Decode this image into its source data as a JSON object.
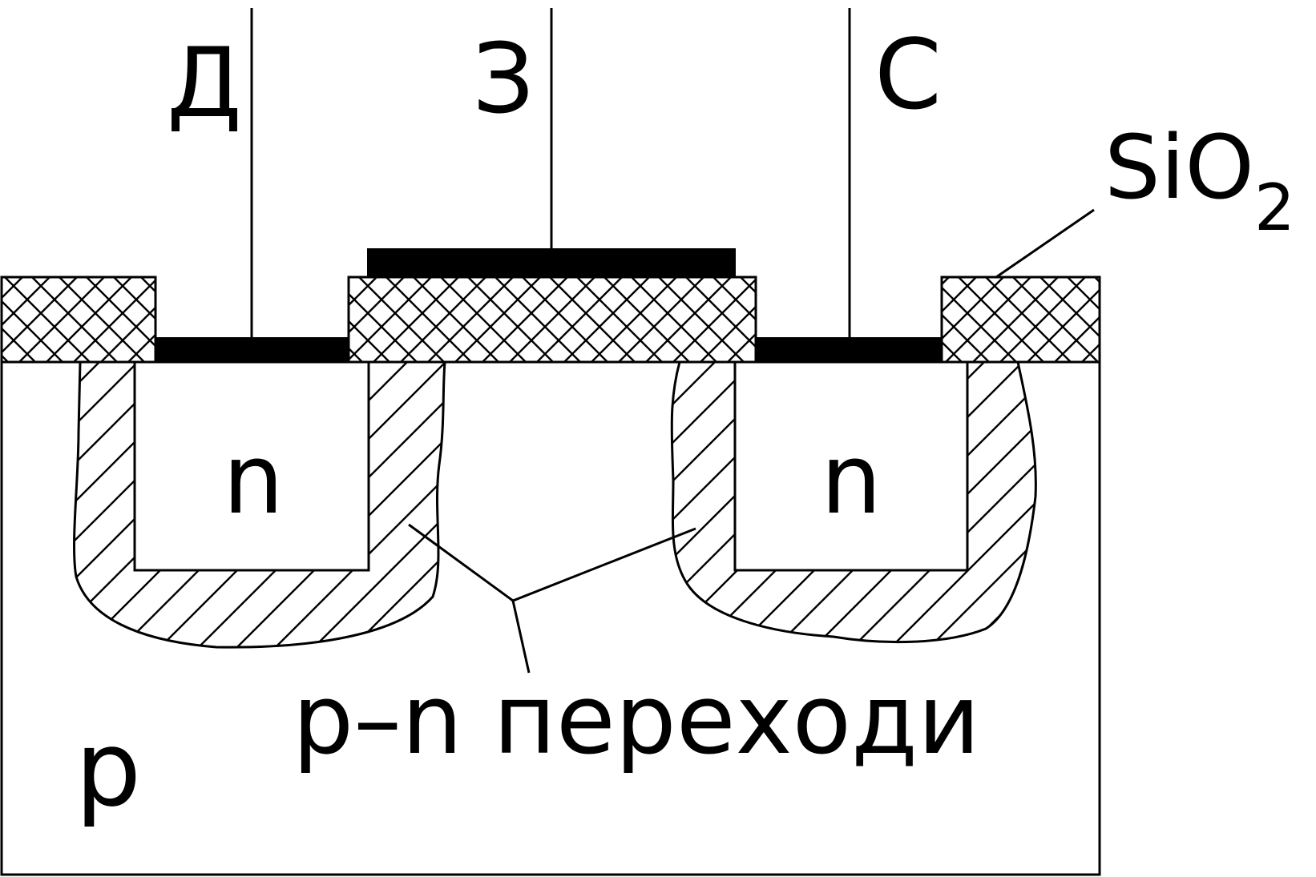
{
  "labels": {
    "drain": "Д",
    "gate": "З",
    "source": "С",
    "oxide_base": "SiO",
    "oxide_subscript": "2",
    "n_left": "n",
    "n_right": "n",
    "substrate": "p",
    "junctions": "p–n переходи"
  },
  "colors": {
    "stroke": "#000000",
    "background": "#ffffff"
  }
}
